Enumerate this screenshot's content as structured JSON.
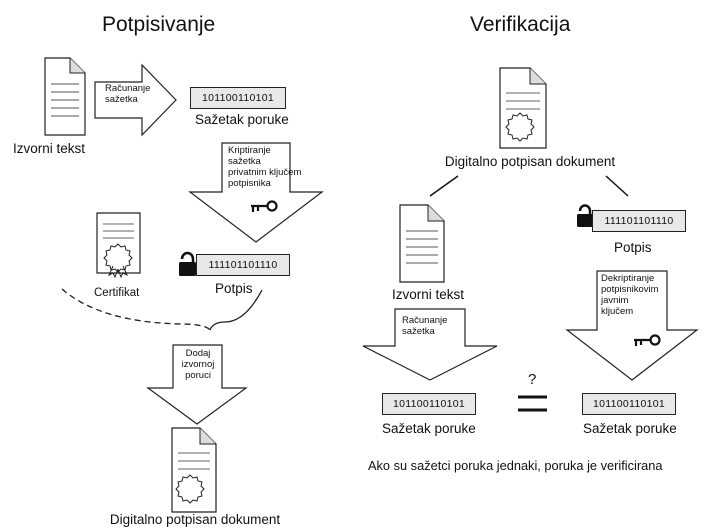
{
  "signing": {
    "title": "Potpisivanje",
    "source_label": "Izvorni tekst",
    "hash_step": [
      "Računanje",
      "sažetka"
    ],
    "hash_value": "101100110101",
    "hash_label": "Sažetak poruke",
    "encrypt_step": [
      "Kriptiranje",
      "sažetka",
      "privatnim ključem",
      "potpisnika"
    ],
    "certificate_label": "Certifikat",
    "signature_value": "111101101110",
    "signature_label": "Potpis",
    "attach_step": [
      "Dodaj",
      "izvornoj",
      "poruci"
    ],
    "result_label": "Digitalno potpisan dokument"
  },
  "verification": {
    "title": "Verifikacija",
    "doc_label": "Digitalno potpisan dokument",
    "source_label": "Izvorni tekst",
    "signature_value": "111101101110",
    "signature_label": "Potpis",
    "hash_step": [
      "Računanje",
      "sažetka"
    ],
    "decrypt_step": [
      "Dekriptiranje",
      "potpisnikovim",
      "javnim",
      "ključem"
    ],
    "hash_left_value": "101100110101",
    "hash_left_label": "Sažetak poruke",
    "compare_mark": "?",
    "hash_right_value": "101100110101",
    "hash_right_label": "Sažetak poruke",
    "conclusion": "Ako su sažetci poruka jednaki, poruka je verificirana"
  },
  "icons": [
    "document-icon",
    "certificate-icon",
    "key-icon",
    "lock-icon",
    "arrow-icon"
  ]
}
